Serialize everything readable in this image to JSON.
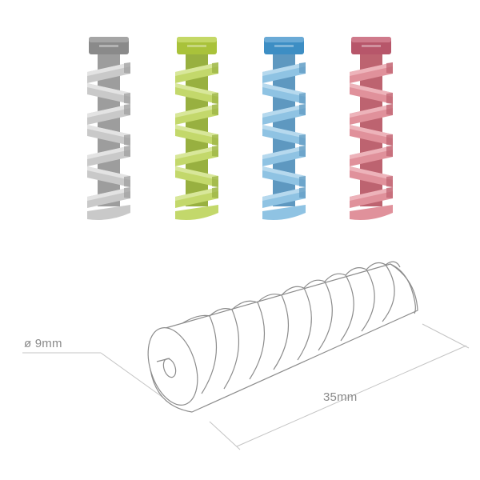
{
  "product": {
    "colors": [
      {
        "name": "gray",
        "body": "#c9c9c9",
        "shade": "#9d9d9d",
        "light": "#e3e3e3",
        "cap": "#8a8a8a",
        "cap_light": "#a5a5a5"
      },
      {
        "name": "green",
        "body": "#c3d86b",
        "shade": "#98b040",
        "light": "#d8e79a",
        "cap": "#a9c23a",
        "cap_light": "#c4d866"
      },
      {
        "name": "blue",
        "body": "#8fc3e3",
        "shade": "#5e98c0",
        "light": "#b6d9ee",
        "cap": "#3d8ec4",
        "cap_light": "#6aaad6"
      },
      {
        "name": "pink",
        "body": "#e0919b",
        "shade": "#bd6370",
        "light": "#edb3ba",
        "cap": "#b7566a",
        "cap_light": "#cf7a8b"
      }
    ],
    "coils_per_spiral": 7
  },
  "dimensions": {
    "diameter_label": "ø 9mm",
    "length_label": "35mm"
  }
}
